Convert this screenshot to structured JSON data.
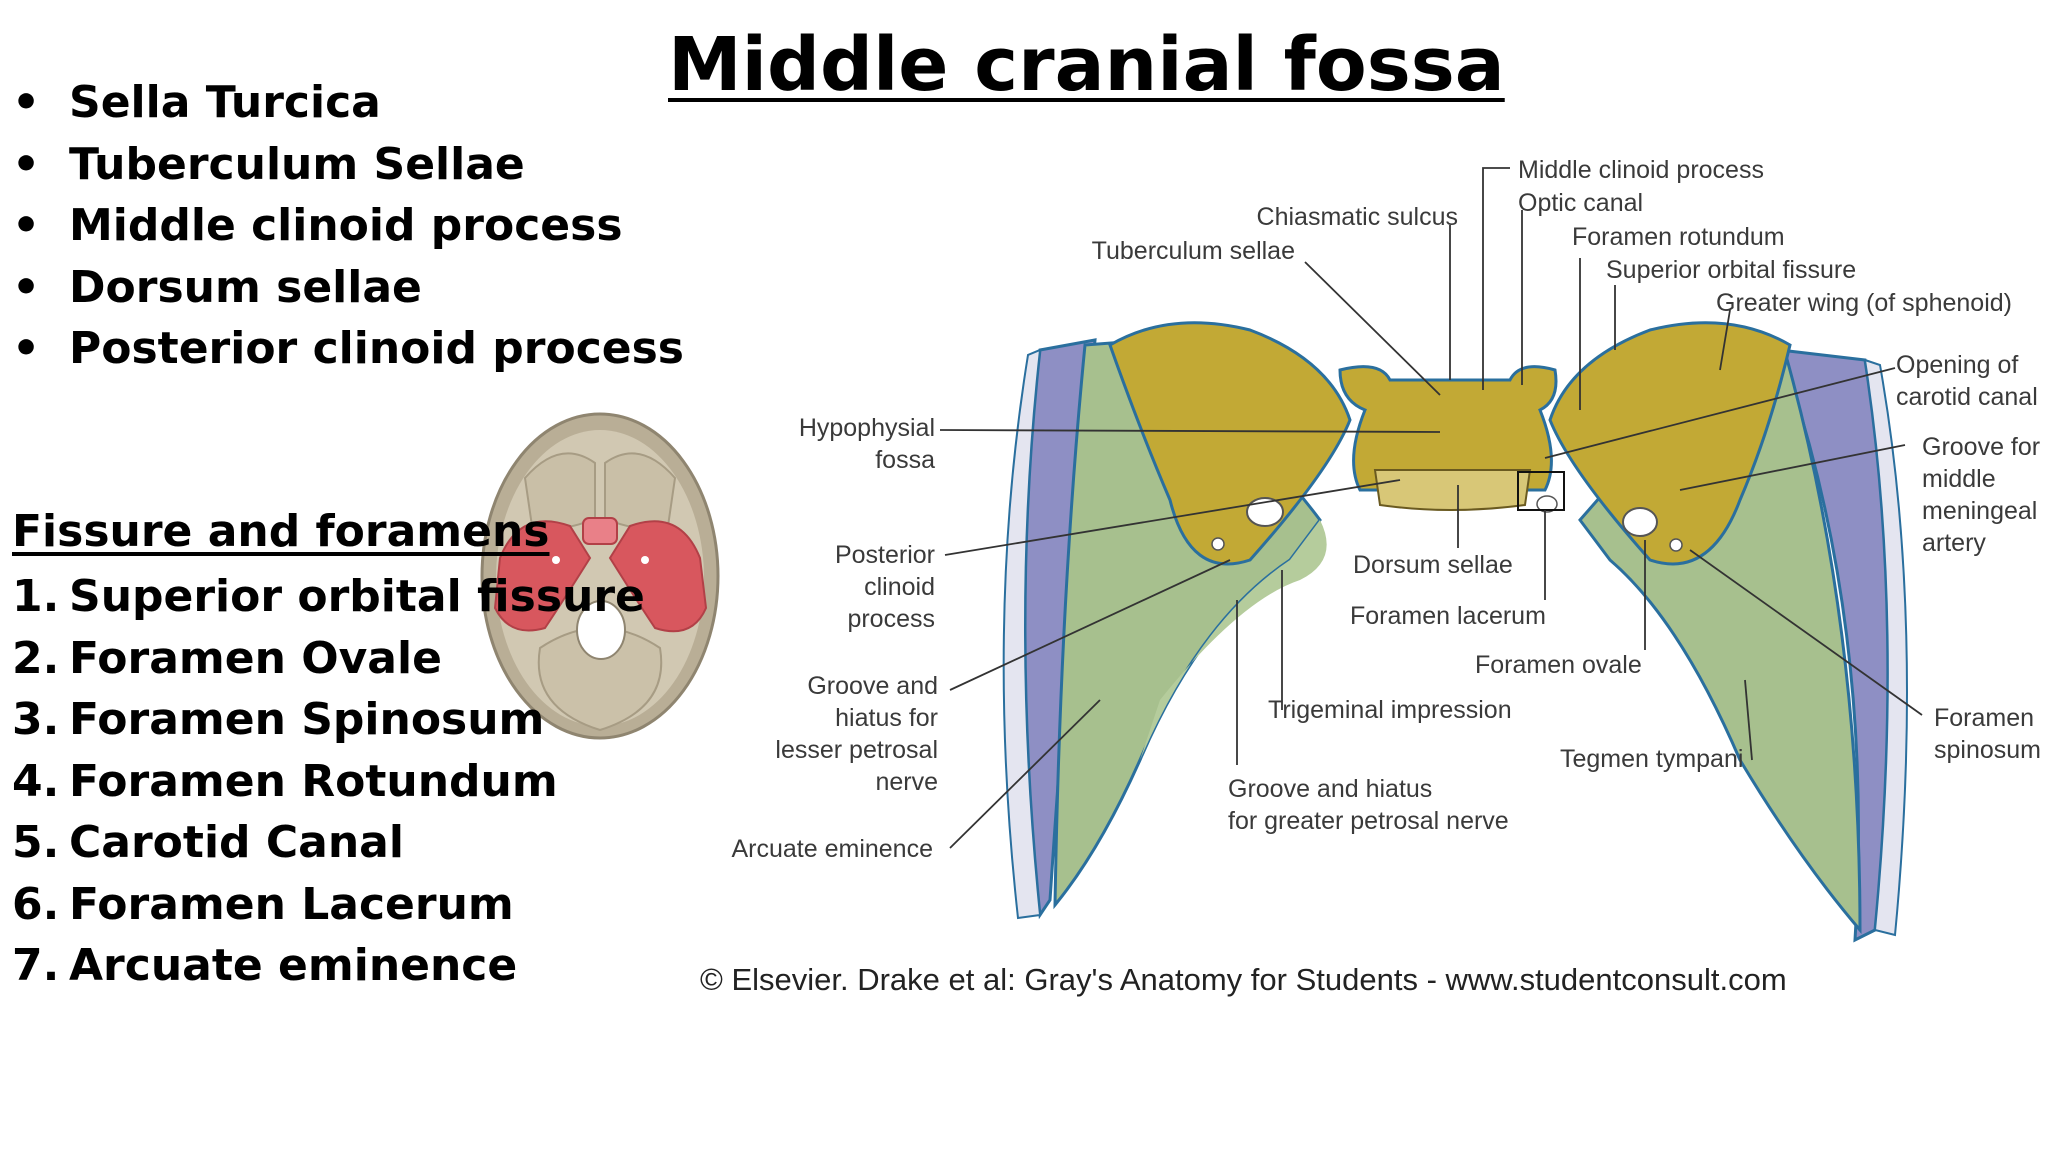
{
  "slide": {
    "title": "Middle cranial fossa",
    "bullets": [
      {
        "marker": "•",
        "text": "Sella Turcica"
      },
      {
        "marker": "•",
        "text": "Tuberculum Sellae"
      },
      {
        "marker": "•",
        "text": "Middle clinoid process"
      },
      {
        "marker": "•",
        "text": "Dorsum sellae"
      },
      {
        "marker": "•",
        "text": "Posterior clinoid process"
      }
    ],
    "foramens_heading": "Fissure and foramens",
    "foramens": [
      {
        "num": "1.",
        "text": "Superior orbital fissure"
      },
      {
        "num": "2.",
        "text": "Foramen Ovale"
      },
      {
        "num": "3.",
        "text": "Foramen Spinosum"
      },
      {
        "num": "4.",
        "text": "Foramen Rotundum"
      },
      {
        "num": "5.",
        "text": "Carotid Canal"
      },
      {
        "num": "6.",
        "text": "Foramen Lacerum"
      },
      {
        "num": "7.",
        "text": "Arcuate eminence"
      }
    ]
  },
  "diagram": {
    "labels": {
      "middle_clinoid": "Middle clinoid process",
      "optic_canal": "Optic canal",
      "chiasmatic": "Chiasmatic sulcus",
      "foramen_rotundum": "Foramen rotundum",
      "tuberculum": "Tuberculum sellae",
      "sup_orbital": "Superior orbital fissure",
      "greater_wing": "Greater wing (of sphenoid)",
      "carotid_1": "Opening of",
      "carotid_2": "carotid canal",
      "hypo_1": "Hypophysial",
      "hypo_2": "fossa",
      "groove_mm_1": "Groove for",
      "groove_mm_2": "middle",
      "groove_mm_3": "meningeal",
      "groove_mm_4": "artery",
      "post_clin_1": "Posterior",
      "post_clin_2": "clinoid",
      "post_clin_3": "process",
      "dorsum": "Dorsum sellae",
      "lacerum": "Foramen lacerum",
      "ovale": "Foramen ovale",
      "lesser_1": "Groove and",
      "lesser_2": "hiatus for",
      "lesser_3": "lesser petrosal",
      "lesser_4": "nerve",
      "trigeminal": "Trigeminal impression",
      "spinosum_1": "Foramen",
      "spinosum_2": "spinosum",
      "tegmen": "Tegmen tympani",
      "greater_petrosal_1": "Groove and hiatus",
      "greater_petrosal_2": "for greater petrosal nerve",
      "arcuate": "Arcuate eminence"
    },
    "colors": {
      "sphenoid": "#c2a935",
      "temporal": "#a7c08e",
      "parietal": "#8e8fc4",
      "highlight": "#d8575e",
      "skull": "#d1c8b2"
    }
  },
  "copyright": "© Elsevier. Drake et al: Gray's Anatomy for Students - www.studentconsult.com"
}
